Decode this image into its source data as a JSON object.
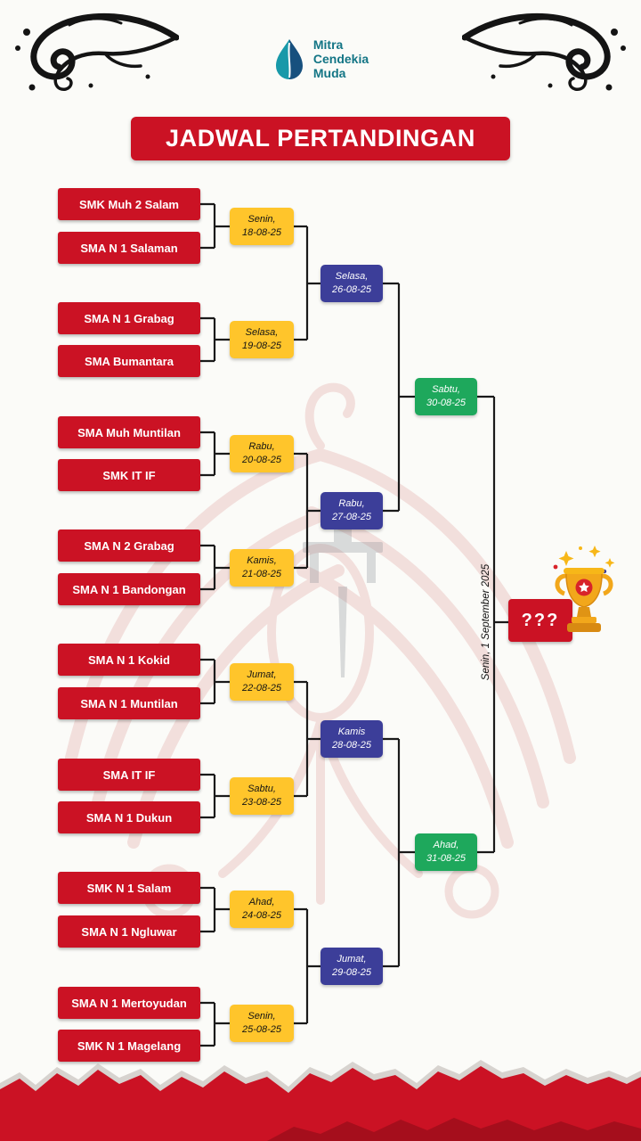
{
  "logo": {
    "line1": "Mitra",
    "line2": "Cendekia",
    "line3": "Muda"
  },
  "title": "JADWAL PERTANDINGAN",
  "teams": [
    "SMK Muh 2 Salam",
    "SMA N 1 Salaman",
    "SMA N 1 Grabag",
    "SMA Bumantara",
    "SMA Muh Muntilan",
    "SMK IT IF",
    "SMA N 2 Grabag",
    "SMA N 1 Bandongan",
    "SMA N 1 Kokid",
    "SMA N 1 Muntilan",
    "SMA IT IF",
    "SMA N 1 Dukun",
    "SMK N 1 Salam",
    "SMA N 1 Ngluwar",
    "SMA N 1 Mertoyudan",
    "SMK N 1 Magelang"
  ],
  "round1": [
    {
      "day": "Senin,",
      "date": "18-08-25"
    },
    {
      "day": "Selasa,",
      "date": "19-08-25"
    },
    {
      "day": "Rabu,",
      "date": "20-08-25"
    },
    {
      "day": "Kamis,",
      "date": "21-08-25"
    },
    {
      "day": "Jumat,",
      "date": "22-08-25"
    },
    {
      "day": "Sabtu,",
      "date": "23-08-25"
    },
    {
      "day": "Ahad,",
      "date": "24-08-25"
    },
    {
      "day": "Senin,",
      "date": "25-08-25"
    }
  ],
  "round2": [
    {
      "day": "Selasa,",
      "date": "26-08-25"
    },
    {
      "day": "Rabu,",
      "date": "27-08-25"
    },
    {
      "day": "Kamis",
      "date": "28-08-25"
    },
    {
      "day": "Jumat,",
      "date": "29-08-25"
    }
  ],
  "semifinals": [
    {
      "day": "Sabtu,",
      "date": "30-08-25"
    },
    {
      "day": "Ahad,",
      "date": "31-08-25"
    }
  ],
  "final": {
    "winner_placeholder": "???",
    "date": "Senin, 1 September 2025"
  },
  "colors": {
    "red": "#CB1224",
    "yellow": "#FFC52B",
    "blue": "#3C3E99",
    "green": "#1EA85C",
    "teal": "#137585"
  }
}
